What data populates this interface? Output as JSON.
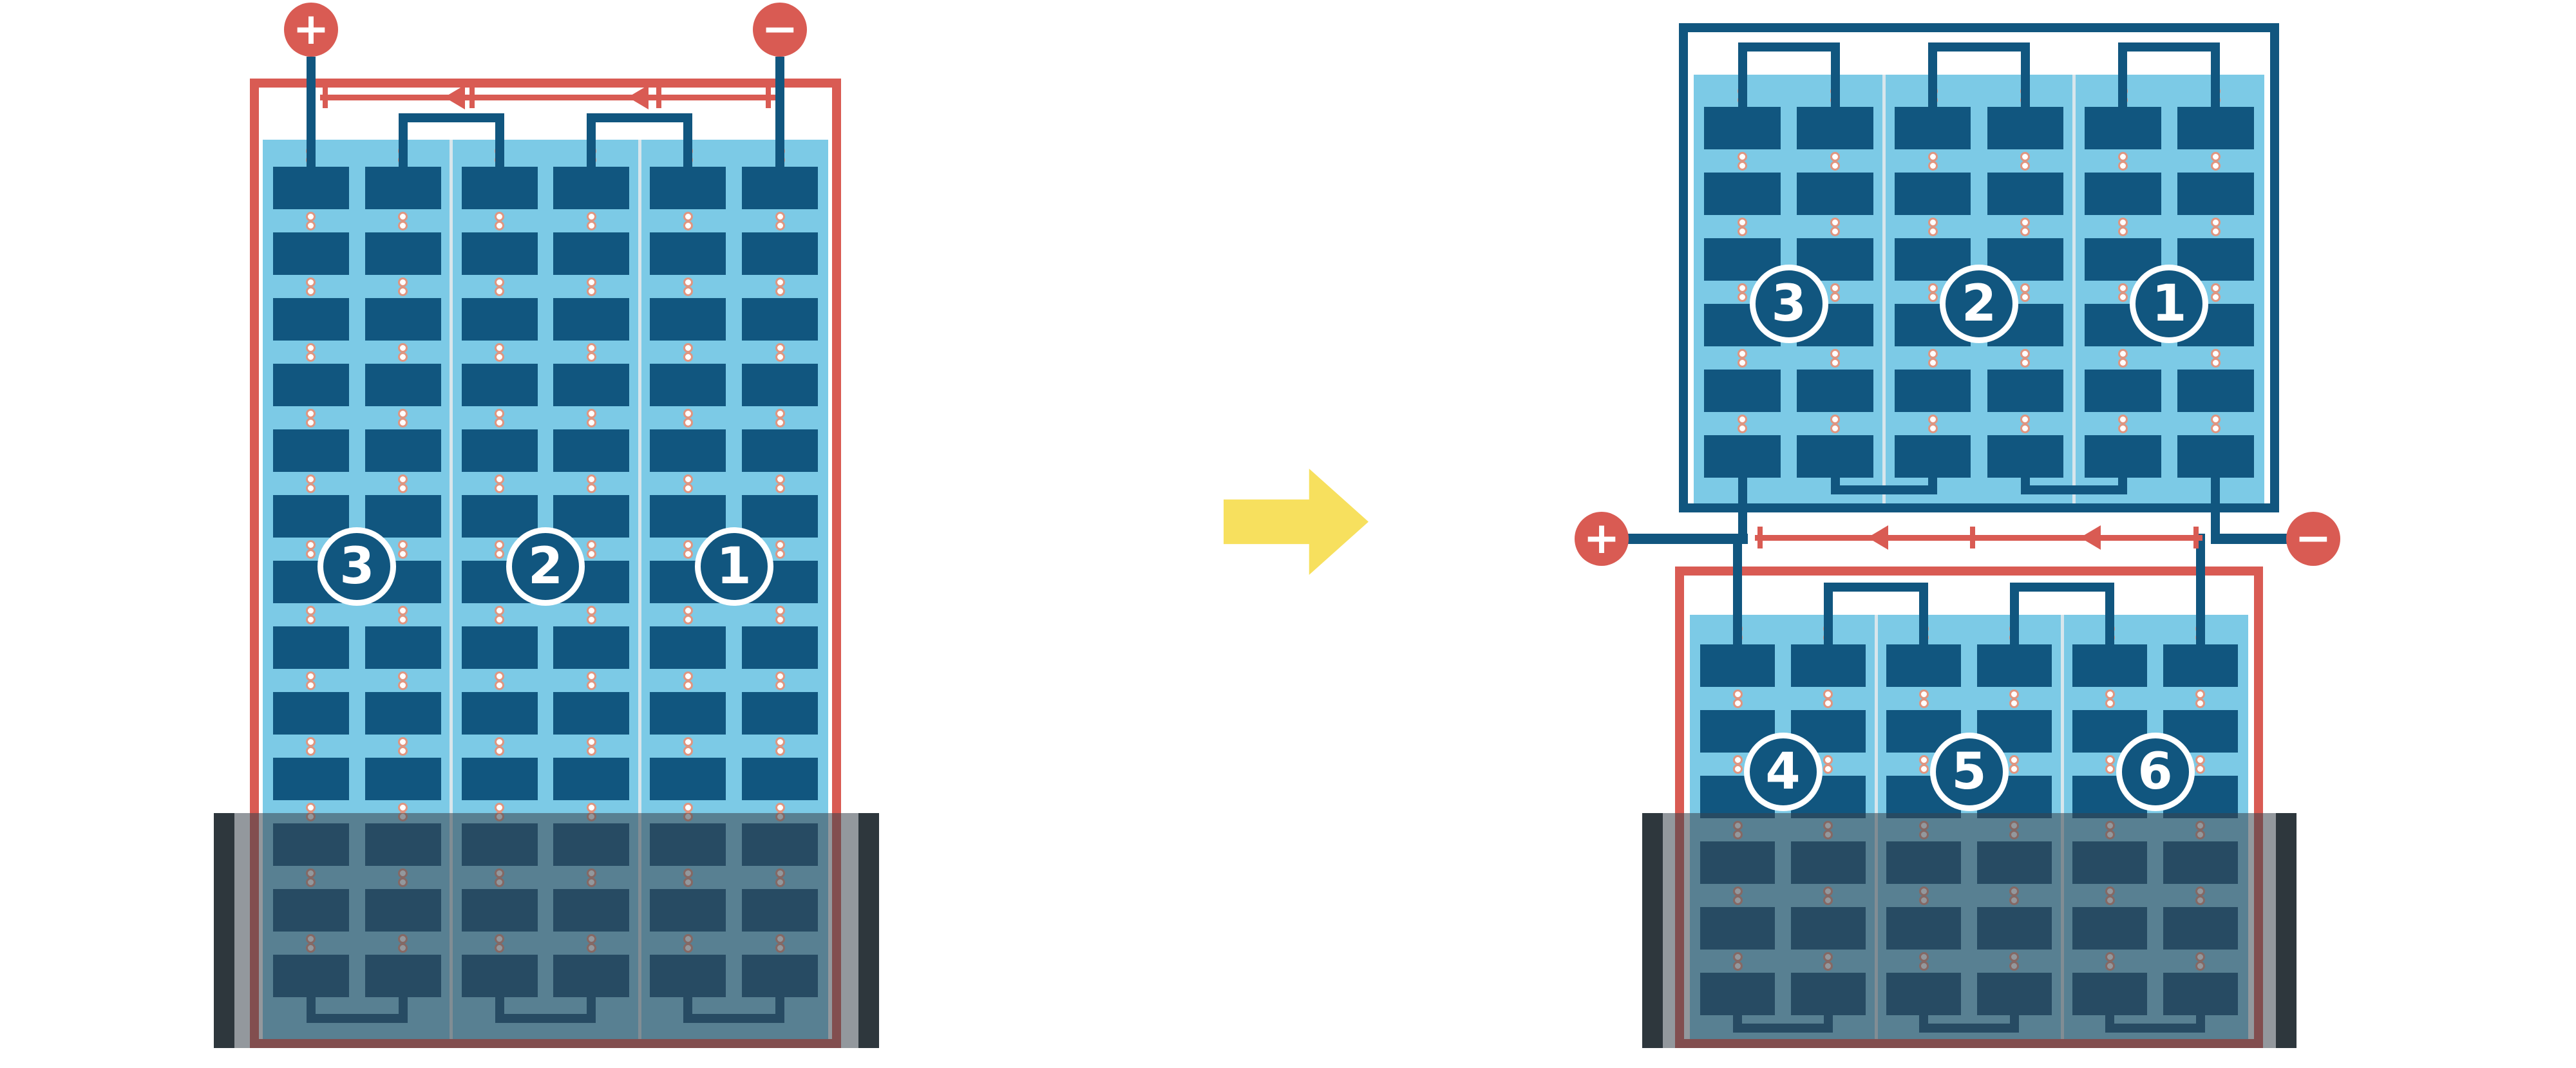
{
  "colors": {
    "red": "#D95B53",
    "navy": "#11567F",
    "sky": "#7CCAE6",
    "yellow": "#F7E05E",
    "shade": "rgba(58,68,76,0.55)",
    "bar": "#2E373D",
    "dot_ring": "#E09580",
    "divider": "#D8E6EC"
  },
  "left_module": {
    "terminals": {
      "positive": "+",
      "negative": "−"
    },
    "columns": [
      {
        "label": "3"
      },
      {
        "label": "2"
      },
      {
        "label": "1"
      }
    ],
    "rows": 13
  },
  "transform_arrow": {
    "direction": "right"
  },
  "right_top_module": {
    "columns": [
      {
        "label": "3"
      },
      {
        "label": "2"
      },
      {
        "label": "1"
      }
    ],
    "rows": 6
  },
  "right_bottom_module": {
    "terminals": {
      "positive": "+",
      "negative": "−"
    },
    "columns": [
      {
        "label": "4"
      },
      {
        "label": "5"
      },
      {
        "label": "6"
      }
    ],
    "rows": 6
  }
}
